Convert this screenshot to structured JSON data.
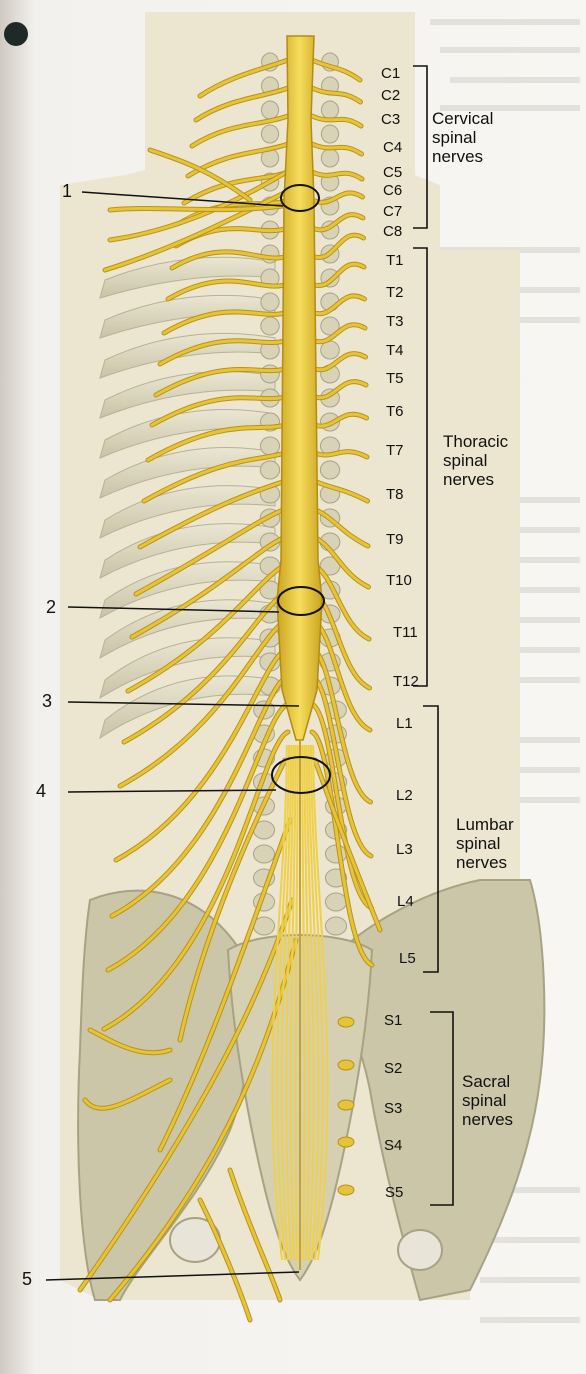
{
  "segments": {
    "cervical": [
      "C1",
      "C2",
      "C3",
      "C4",
      "C5",
      "C6",
      "C7",
      "C8"
    ],
    "thoracic": [
      "T1",
      "T2",
      "T3",
      "T4",
      "T5",
      "T6",
      "T7",
      "T8",
      "T9",
      "T10",
      "T11",
      "T12"
    ],
    "lumbar": [
      "L1",
      "L2",
      "L3",
      "L4",
      "L5"
    ],
    "sacral": [
      "S1",
      "S2",
      "S3",
      "S4",
      "S5"
    ]
  },
  "groups": {
    "cervical": [
      "Cervical",
      "spinal",
      "nerves"
    ],
    "thoracic": [
      "Thoracic",
      "spinal",
      "nerves"
    ],
    "lumbar": [
      "Lumbar",
      "spinal",
      "nerves"
    ],
    "sacral": [
      "Sacral",
      "spinal",
      "nerves"
    ]
  },
  "callouts": [
    "1",
    "2",
    "3",
    "4",
    "5"
  ],
  "colors": {
    "nerve": "#e6c43a",
    "nerve_dark": "#b99318",
    "cord": "#efd04a",
    "bone": "#d2ccb0",
    "rib": "#ddd8bf",
    "panel": "#ece5d2",
    "page": "#ffffff"
  }
}
